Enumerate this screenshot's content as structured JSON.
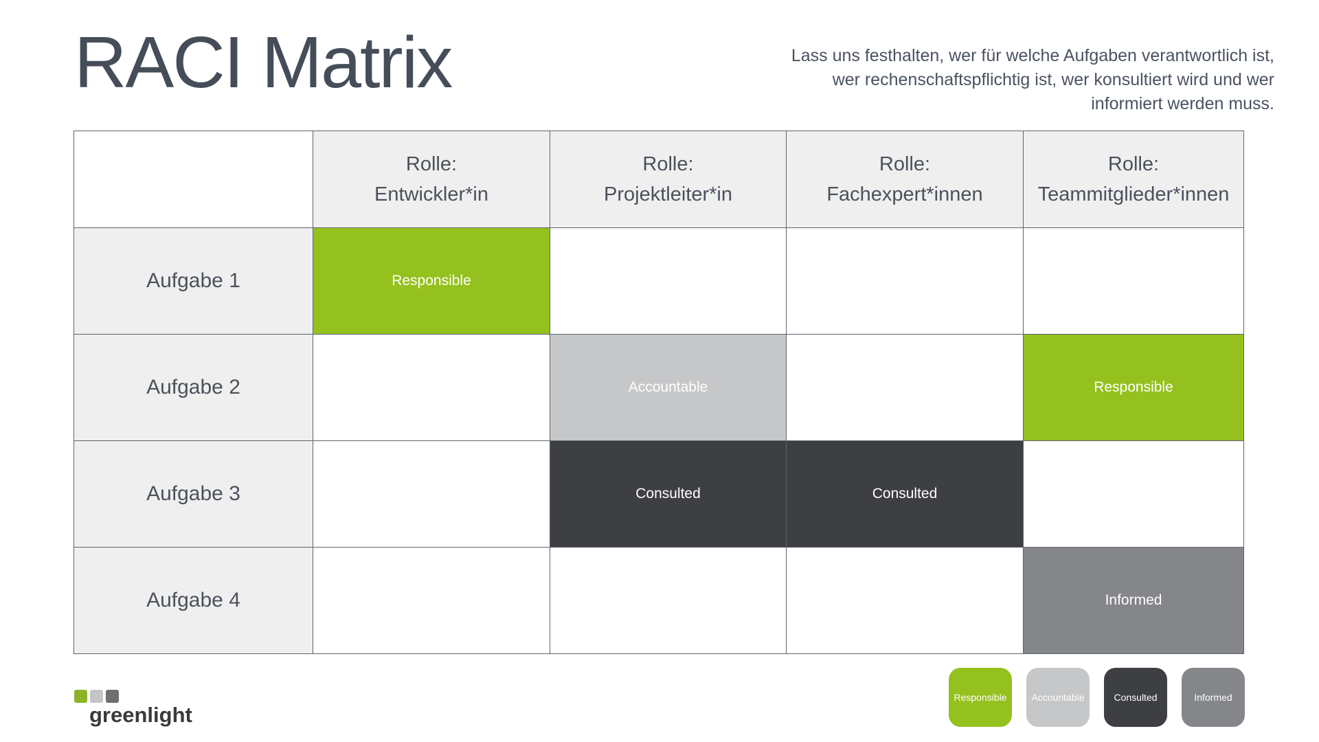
{
  "header": {
    "title": "RACI Matrix",
    "subtitle_lines": [
      "Lass uns festhalten, wer für welche Aufgaben verantwortlich ist,",
      "wer rechenschaftspflichtig ist, wer konsultiert wird und wer",
      "informiert werden muss."
    ]
  },
  "colors": {
    "responsible": "#95c11f",
    "accountable": "#c6c7c9",
    "consulted": "#3d3f43",
    "informed": "#84868a",
    "header_bg": "#efefef",
    "border": "#5d636d",
    "text_dark": "#4b515c"
  },
  "matrix": {
    "role_prefix": "Rolle:",
    "columns": [
      "Entwickler*in",
      "Projektleiter*in",
      "Fachexpert*innen",
      "Teammitglieder*innen"
    ],
    "cell_labels": {
      "responsible": "Responsible",
      "accountable": "Accountable",
      "consulted": "Consulted",
      "informed": "Informed"
    },
    "rows": [
      {
        "label": "Aufgabe 1",
        "cells": [
          "responsible",
          null,
          null,
          null
        ]
      },
      {
        "label": "Aufgabe 2",
        "cells": [
          null,
          "accountable",
          null,
          "responsible"
        ]
      },
      {
        "label": "Aufgabe 3",
        "cells": [
          null,
          "consulted",
          "consulted",
          null
        ]
      },
      {
        "label": "Aufgabe 4",
        "cells": [
          null,
          null,
          null,
          "informed"
        ]
      }
    ]
  },
  "legend": [
    {
      "key": "responsible",
      "label": "Responsible",
      "color": "#95c11f"
    },
    {
      "key": "accountable",
      "label": "Accountable",
      "color": "#c6c7c9"
    },
    {
      "key": "consulted",
      "label": "Consulted",
      "color": "#3d3f43"
    },
    {
      "key": "informed",
      "label": "Informed",
      "color": "#84868a"
    }
  ],
  "logo": {
    "text": "greenlight",
    "squares": [
      "#8cb427",
      "#c5c5c5",
      "#6f6f6e"
    ]
  }
}
